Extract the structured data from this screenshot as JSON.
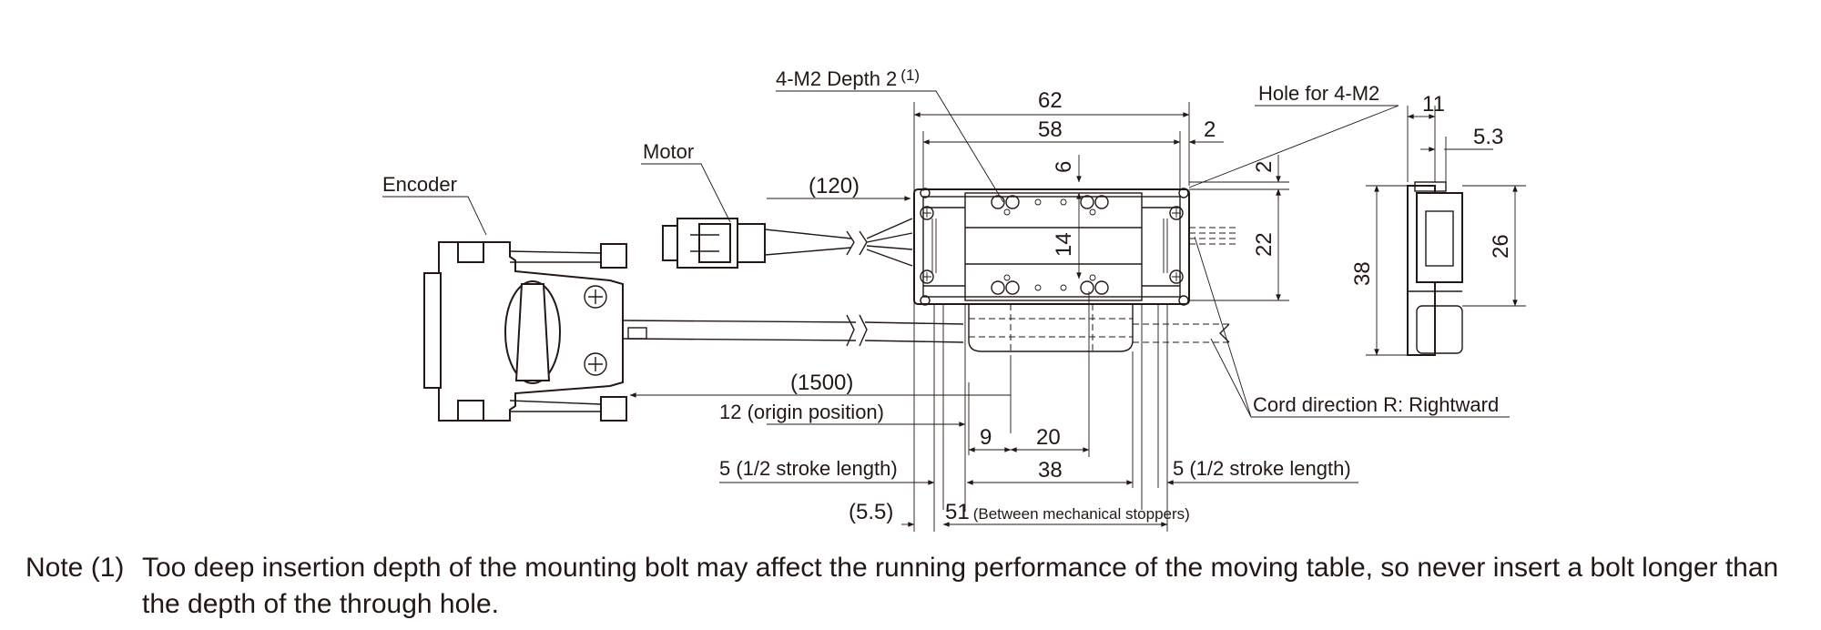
{
  "labels": {
    "encoder": "Encoder",
    "motor": "Motor",
    "tapped_holes": "4-M2 Depth 2",
    "tapped_holes_ref": "(1)",
    "hole_for": "Hole for 4-M2",
    "cord_direction": "Cord direction R: Rightward"
  },
  "dimensions": {
    "d62": "62",
    "d58": "58",
    "d2_top": "2",
    "d11": "11",
    "d5_3": "5.3",
    "d120": "(120)",
    "d6": "6",
    "d2_right": "2",
    "d14": "14",
    "d22": "22",
    "d38_side": "38",
    "d26": "26",
    "d1500": "(1500)",
    "origin": "12 (origin position)",
    "d9": "9",
    "d20": "20",
    "half_stroke_left": "5 (1/2 stroke length)",
    "d38": "38",
    "half_stroke_right": "5 (1/2 stroke length)",
    "d5_5": "(5.5)",
    "d51": "51",
    "between_stoppers": "(Between mechanical stoppers)"
  },
  "note": {
    "tag": "Note (1)",
    "text": "Too deep insertion depth of the mounting bolt may affect the running performance of the moving table, so never insert a bolt longer than the depth of the through hole."
  }
}
